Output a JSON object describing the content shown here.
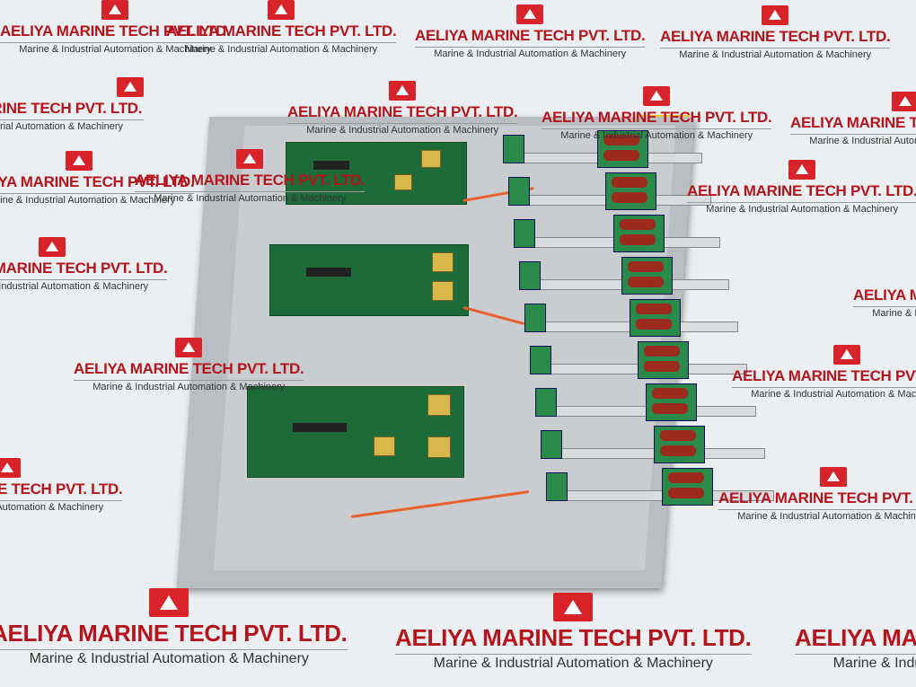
{
  "watermark": {
    "logo_text": "A",
    "title": "AELIYA MARINE TECH PVT. LTD.",
    "subtitle": "Marine & Industrial Automation & Machinery",
    "brand_color": "#b5141c"
  },
  "product": {
    "board_colors": {
      "pcb": "#1e6b3a",
      "capacitor": "#9c2a1e",
      "chassis": "#b9bec2",
      "insulator": "#f2cf2a"
    }
  }
}
